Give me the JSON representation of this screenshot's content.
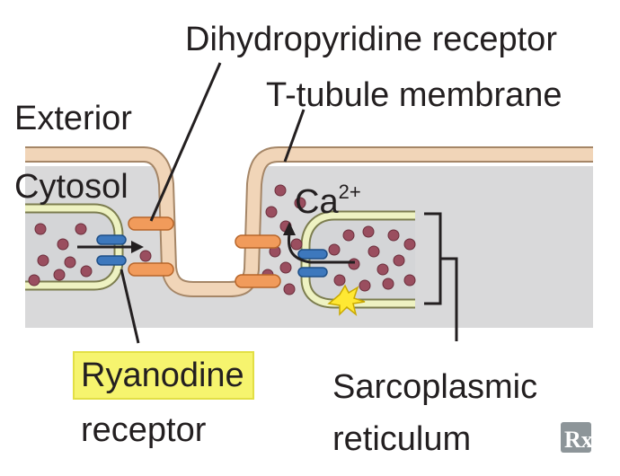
{
  "labels": {
    "dihydropyridine_receptor": "Dihydropyridine receptor",
    "t_tubule_membrane": "T-tubule membrane",
    "exterior": "Exterior",
    "cytosol": "Cytosol",
    "calcium": "Ca",
    "calcium_charge": "2+",
    "ryanodine_receptor_line1": "Ryanodine",
    "ryanodine_receptor_line2": "receptor",
    "sarcoplasmic_reticulum_line1": "Sarcoplasmic",
    "sarcoplasmic_reticulum_line2": "reticulum",
    "logo": "Rx"
  },
  "colors": {
    "cytosol_gray": "#d9d9da",
    "membrane_tan": "#f1d5b8",
    "membrane_edge": "#a58667",
    "sr_fill": "#d4d5d7",
    "sr_wall": "#eef2c2",
    "sr_wall_edge": "#7c7d4f",
    "calcium_dot": "#9a4e5f",
    "dihydropyridine_orange": "#f19b5b",
    "ryanodine_blue": "#3d78bd",
    "highlight_yellow": "#f6f46e",
    "spark_yellow": "#ffe833"
  },
  "icons": [
    "calcium-ion-icon",
    "arrow-icon",
    "spark-icon",
    "bracket-icon",
    "rx-logo-icon"
  ]
}
